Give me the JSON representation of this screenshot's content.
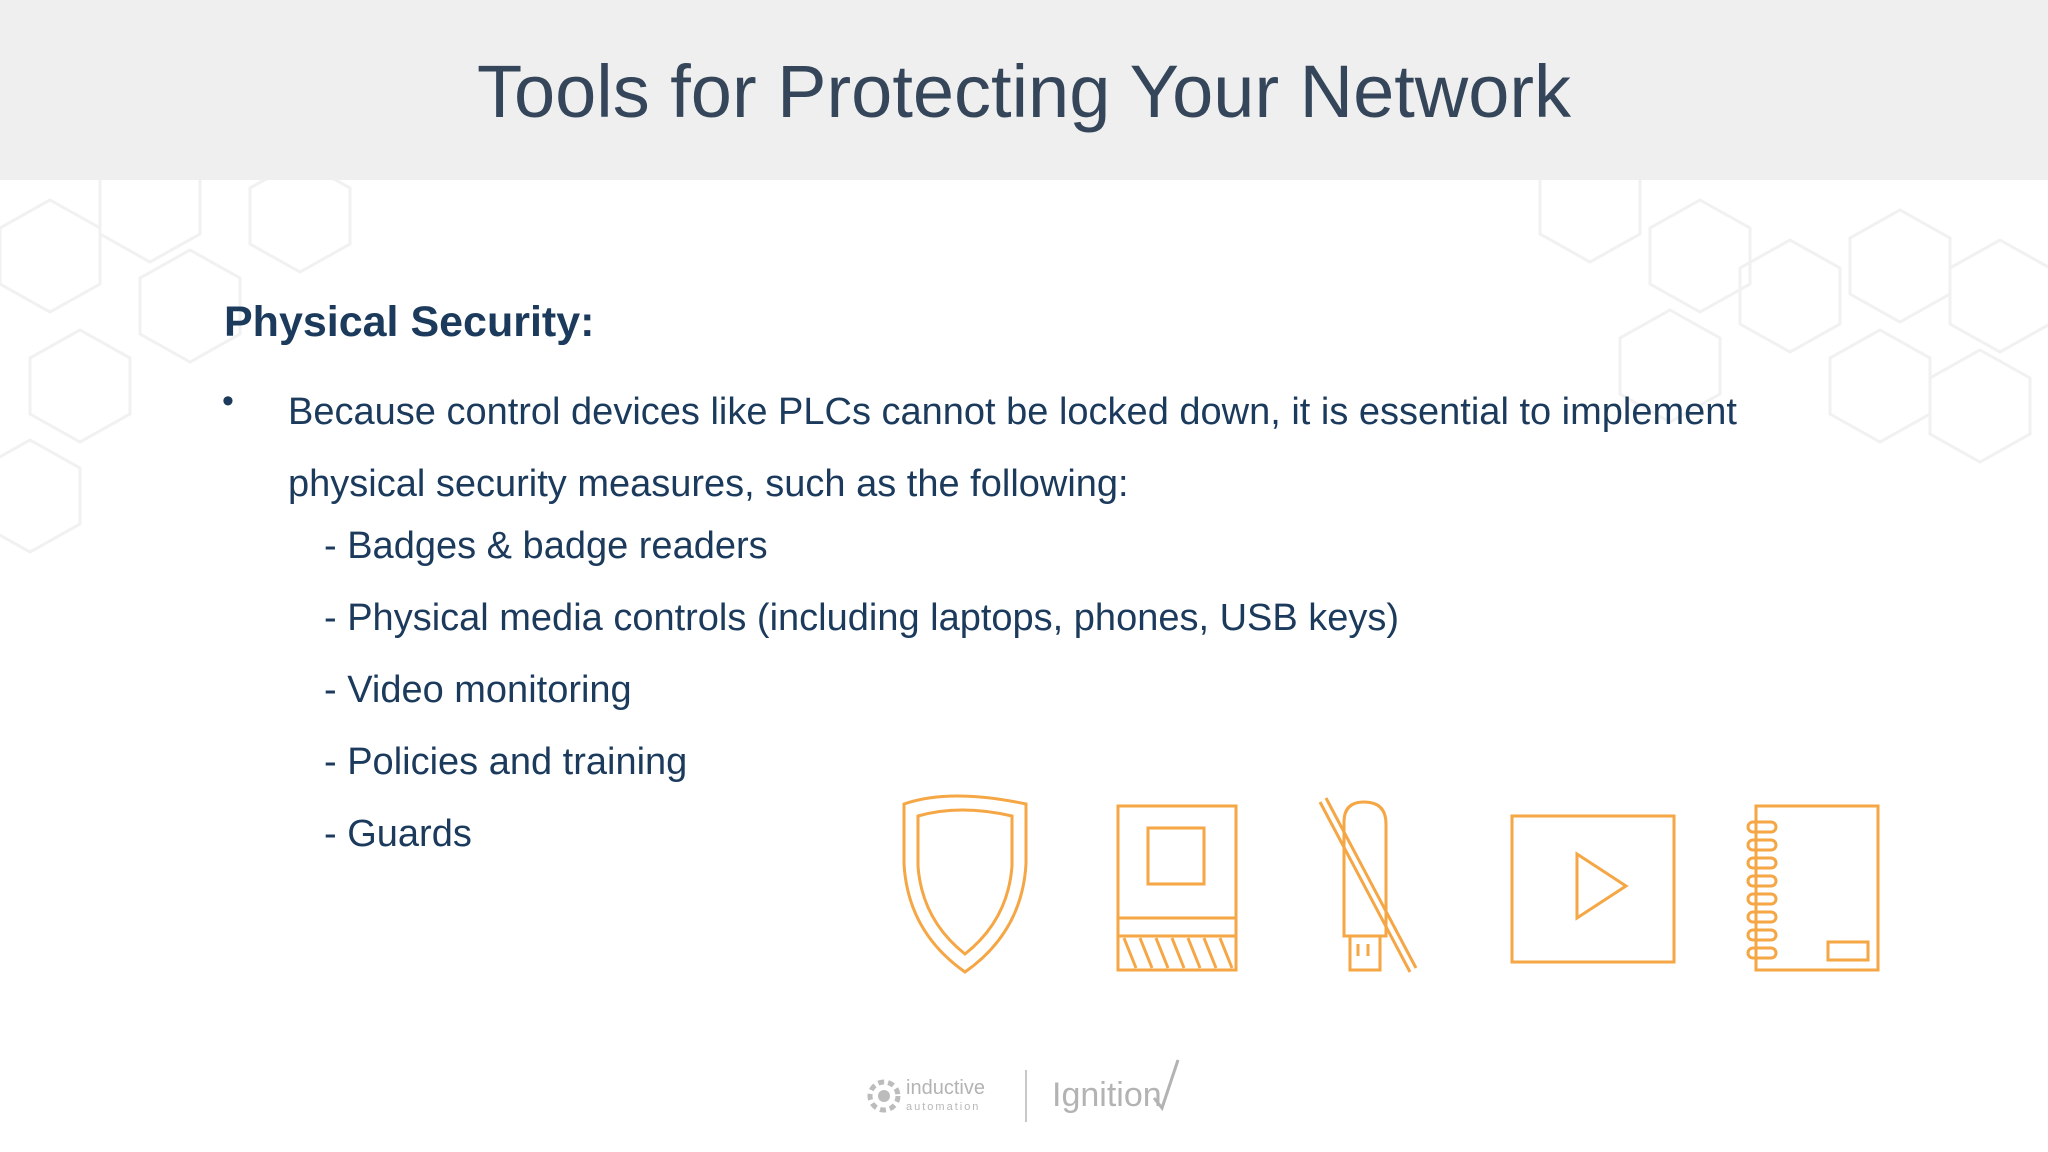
{
  "slide": {
    "title": "Tools for Protecting Your Network",
    "heading": "Physical Security:",
    "bullet_symbol": "•",
    "bullet_text": "Because control devices like PLCs cannot be locked down, it is essential to implement physical security measures, such as the following:",
    "sub_items": [
      "- Badges & badge readers",
      "- Physical media controls (including laptops, phones, USB keys)",
      "- Video monitoring",
      "- Policies and training",
      "- Guards"
    ],
    "icons": [
      "shield-icon",
      "hard-drive-icon",
      "usb-blocked-icon",
      "video-play-icon",
      "notebook-icon"
    ],
    "icon_color": "#f5a645"
  },
  "footer": {
    "brand1_line1": "inductive",
    "brand1_line2": "automation",
    "brand2": "Ignition"
  },
  "colors": {
    "header_bg": "#efefef",
    "title": "#35465a",
    "body_text": "#1b3a5c"
  }
}
